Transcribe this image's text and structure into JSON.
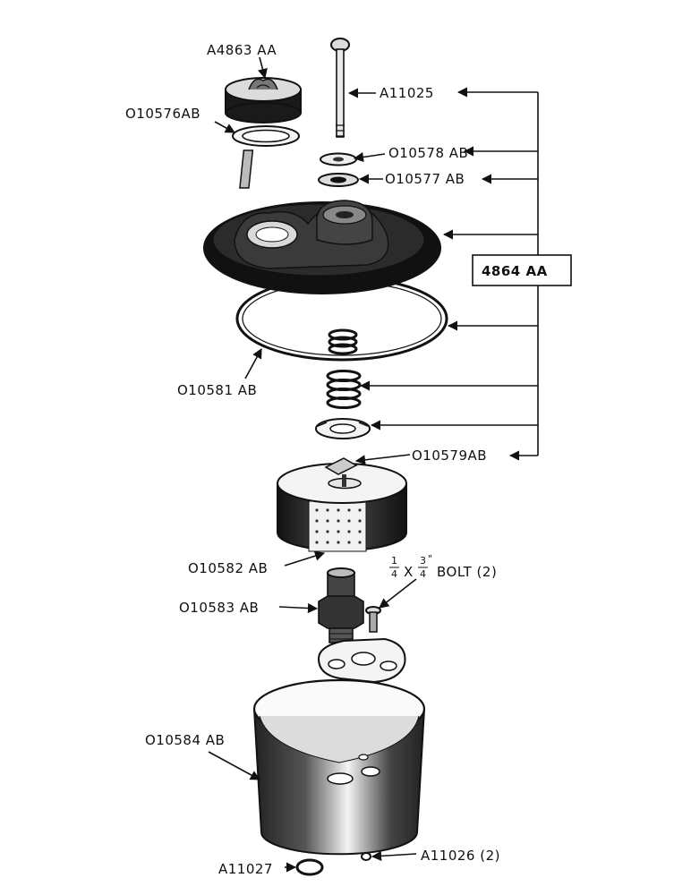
{
  "labels": {
    "a4863aa": "A4863 AA",
    "o10576ab": "O10576AB",
    "a11025": "A11025",
    "o10578ab": "O10578 AB",
    "o10577ab": "O10577 AB",
    "n4864aa": "4864 AA",
    "o10581ab": "O10581 AB",
    "o10579ab": "O10579AB",
    "o10582ab": "O10582 AB",
    "bolt_num1": "1",
    "bolt_den1": "4",
    "bolt_x": "X",
    "bolt_num2": "3",
    "bolt_den2": "4",
    "bolt_quote": "\"",
    "bolt_text": "BOLT (2)",
    "o10583ab": "O10583 AB",
    "o10584ab": "O10584 AB",
    "a11027": "A11027",
    "a11026": "A11026 (2)"
  }
}
